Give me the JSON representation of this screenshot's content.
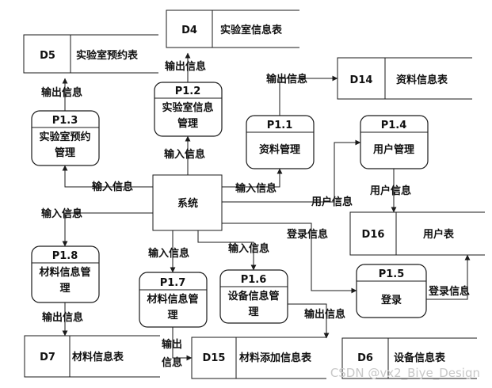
{
  "stores": {
    "d4": {
      "id": "D4",
      "name": "实验室信息表"
    },
    "d5": {
      "id": "D5",
      "name": "实验室预约表"
    },
    "d14": {
      "id": "D14",
      "name": "资料信息表"
    },
    "d16": {
      "id": "D16",
      "name": "用户表"
    },
    "d7": {
      "id": "D7",
      "name": "材料信息表"
    },
    "d15": {
      "id": "D15",
      "name": "材料添加信息表"
    },
    "d6": {
      "id": "D6",
      "name": "设备信息表"
    }
  },
  "processes": {
    "p12": {
      "id": "P1.2",
      "line1": "实验室信息",
      "line2": "管理"
    },
    "p13": {
      "id": "P1.3",
      "line1": "实验室预约",
      "line2": "管理"
    },
    "p11": {
      "id": "P1.1",
      "line1": "资料管理"
    },
    "p14": {
      "id": "P1.4",
      "line1": "用户管理"
    },
    "p18": {
      "id": "P1.8",
      "line1": "材料信息管",
      "line2": "理"
    },
    "p17": {
      "id": "P1.7",
      "line1": "材料信息管",
      "line2": "理"
    },
    "p16": {
      "id": "P1.6",
      "line1": "设备信息管",
      "line2": "理"
    },
    "p15": {
      "id": "P1.5",
      "line1": "登录"
    }
  },
  "system": {
    "label": "系统"
  },
  "flows": {
    "out_p12_d4": "输出信息",
    "out_p13_d5": "输出信息",
    "out_p11_d14": "输出信息",
    "in_p12": "输入信息",
    "in_p13": "输入信息",
    "in_p11": "输入信息",
    "user_info_1": "用户信息",
    "user_info_2": "用户信息",
    "in_p18": "输入信息",
    "in_p17": "输入信息",
    "in_p16": "输入信息",
    "login_info_1": "登录信息",
    "login_info_2": "登录信息",
    "out_p18_d7": "输出信息",
    "out_p17_d15_a": "输出",
    "out_p17_d15_b": "信息",
    "out_p16_d6": "输出信息"
  },
  "watermark": "CSDN @vx2_Biye_Design",
  "colors": {
    "line": "#1a1a1a",
    "watermark": "#c8c8c8"
  }
}
